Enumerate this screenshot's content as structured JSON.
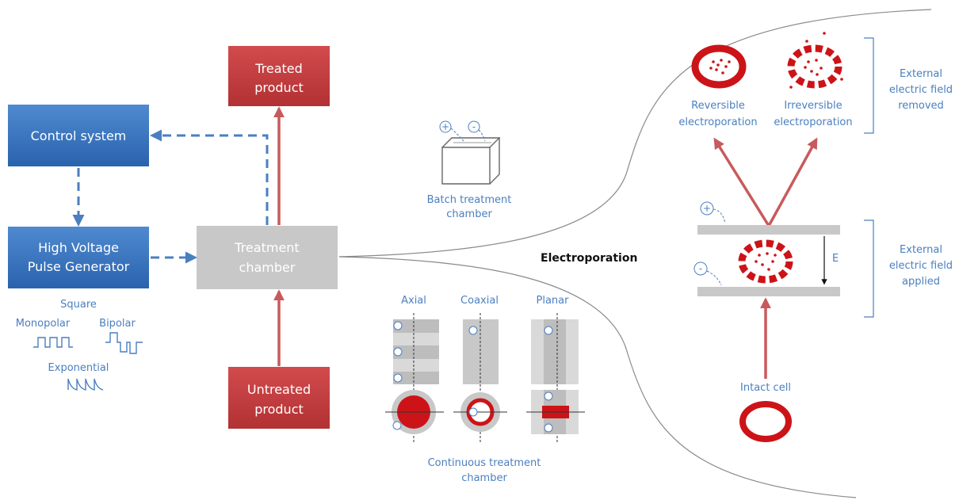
{
  "boxes": {
    "treated": [
      "Treated",
      "product"
    ],
    "control": [
      "Control system"
    ],
    "hvpg": [
      "High Voltage",
      "Pulse Generator"
    ],
    "chamber": [
      "Treatment",
      "chamber"
    ],
    "untreated": [
      "Untreated",
      "product"
    ]
  },
  "waveforms": {
    "square": "Square",
    "monopolar": "Monopolar",
    "bipolar": "Bipolar",
    "exponential": "Exponential"
  },
  "batch": [
    "Batch treatment",
    "chamber"
  ],
  "continuous": {
    "types": [
      "Axial",
      "Coaxial",
      "Planar"
    ],
    "label": [
      "Continuous treatment",
      "chamber"
    ]
  },
  "electroporation": {
    "title": "Electroporation",
    "reversible": [
      "Reversible",
      "electroporation"
    ],
    "irreversible": [
      "Irreversible",
      "electroporation"
    ],
    "field_removed": [
      "External",
      "electric field",
      "removed"
    ],
    "field_applied": [
      "External",
      "electric field",
      "applied"
    ],
    "e_label": "E",
    "intact": "Intact cell"
  },
  "colors": {
    "blue_box": "#2f6db8",
    "red_box": "#c0393b",
    "gray_box": "#c8c8c8",
    "arrow_red": "#c85a5c",
    "arrow_blue": "#4a7fc0",
    "cell_red": "#cc1418"
  }
}
